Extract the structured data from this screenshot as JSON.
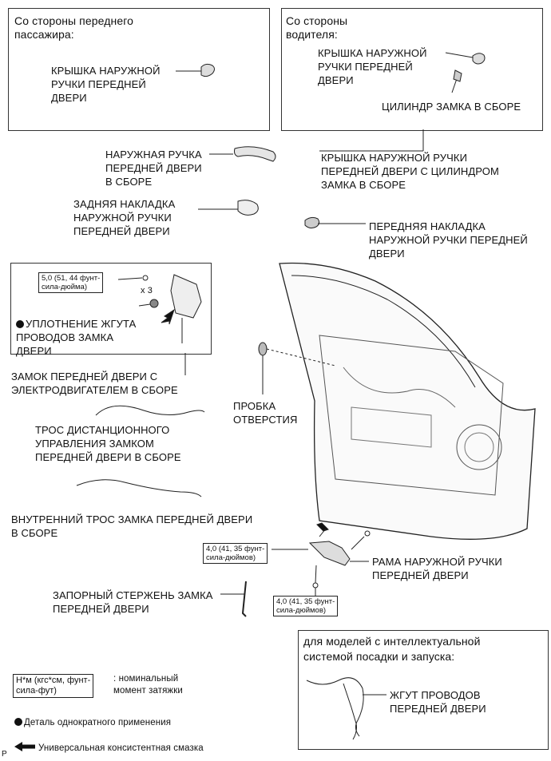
{
  "colors": {
    "ink": "#111111",
    "line": "#333333",
    "background": "#ffffff"
  },
  "labels": {
    "passenger_side_heading": "Со стороны переднего\nпассажира:",
    "passenger_handle_cover": "КРЫШКА НАРУЖНОЙ\nРУЧКИ ПЕРЕДНЕЙ\nДВЕРИ",
    "driver_side_heading": "Со стороны\nводителя:",
    "driver_handle_cover": "КРЫШКА НАРУЖНОЙ\nРУЧКИ ПЕРЕДНЕЙ\nДВЕРИ",
    "lock_cylinder": "ЦИЛИНДР ЗАМКА В СБОРЕ",
    "outer_handle": "НАРУЖНАЯ РУЧКА\nПЕРЕДНЕЙ ДВЕРИ\nВ СБОРЕ",
    "cover_with_cylinder": "КРЫШКА НАРУЖНОЙ РУЧКИ\nПЕРЕДНЕЙ ДВЕРИ С ЦИЛИНДРОМ\nЗАМКА В СБОРЕ",
    "rear_handle_pad": "ЗАДНЯЯ НАКЛАДКА\nНАРУЖНОЙ РУЧКИ\nПЕРЕДНЕЙ ДВЕРИ",
    "front_handle_pad": "ПЕРЕДНЯЯ НАКЛАДКА\nНАРУЖНОЙ РУЧКИ ПЕРЕДНЕЙ\nДВЕРИ",
    "torque_lock": "5,0 (51, 44 фунт-\nсила-дюйма)",
    "qty_x3": "x 3",
    "harness_seal": "УПЛОТНЕНИЕ ЖГУТА\nПРОВОДОВ ЗАМКА\nДВЕРИ",
    "door_lock_motor": "ЗАМОК ПЕРЕДНЕЙ ДВЕРИ С\nЭЛЕКТРОДВИГАТЕЛЕМ В СБОРЕ",
    "hole_plug": "ПРОБКА\nОТВЕРСТИЯ",
    "remote_cable": "ТРОС ДИСТАНЦИОННОГО\nУПРАВЛЕНИЯ ЗАМКОМ\nПЕРЕДНЕЙ ДВЕРИ В СБОРЕ",
    "inner_lock_cable": "ВНУТРЕННИЙ ТРОС ЗАМКА ПЕРЕДНЕЙ ДВЕРИ\nВ СБОРЕ",
    "torque_frame_a": "4,0 (41, 35 фунт-\nсила-дюймов)",
    "handle_frame": "РАМА НАРУЖНОЙ РУЧКИ\nПЕРЕДНЕЙ ДВЕРИ",
    "striker": "ЗАПОРНЫЙ СТЕРЖЕНЬ ЗАМКА\nПЕРЕДНЕЙ ДВЕРИ",
    "torque_frame_b": "4,0 (41, 35 фунт-\nсила-дюймов)",
    "smart_entry_heading": "для моделей с интеллектуальной\nсистемой посадки и запуска:",
    "door_wire_harness": "ЖГУТ ПРОВОДОВ\nПЕРЕДНЕЙ ДВЕРИ"
  },
  "legend": {
    "torque_unit": "Н*м (кгс*см, фунт-\nсила-фут)",
    "torque_desc": ": номинальный\nмомент затяжки",
    "non_reusable": "Деталь однократного применения",
    "grease": "Универсальная консистентная смазка"
  },
  "corner_code": "P"
}
